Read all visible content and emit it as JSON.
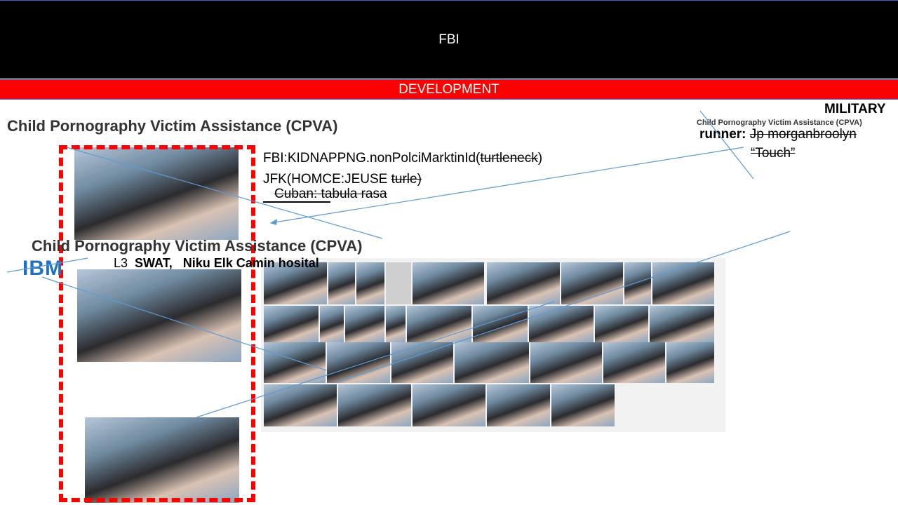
{
  "banners": {
    "top": "FBI",
    "dev": "DEVELOPMENT"
  },
  "headings": {
    "main": "Child Pornography Victim Assistance (CPVA)",
    "second": "Child Pornography Victim Assistance (CPVA)",
    "small": "Child Pornography Victim Assistance (CPVA)",
    "military": "MILITARY"
  },
  "runner": {
    "label": "runner:",
    "struck": "Jp morganbroolyn",
    "touch": "“Touch”"
  },
  "notes": {
    "line1_prefix": "FBI:KIDNAPPNG.nonPolciMarktinId(",
    "line1_struck": "turtleneck",
    "line1_suffix": ")",
    "line2_prefix": "JFK(HOMCE:JEUSE ",
    "line2_struck": "turle)",
    "line3": "Cuban: tabula rasa"
  },
  "ibm": {
    "logo": "IBM",
    "l3": "L3",
    "swat": "SWAT,",
    "niku": "Niku Elk Camin hosital"
  },
  "colors": {
    "banner_black": "#000000",
    "banner_red": "#ff0000",
    "frame": "#ff0000",
    "line": "#5b9bd5"
  }
}
